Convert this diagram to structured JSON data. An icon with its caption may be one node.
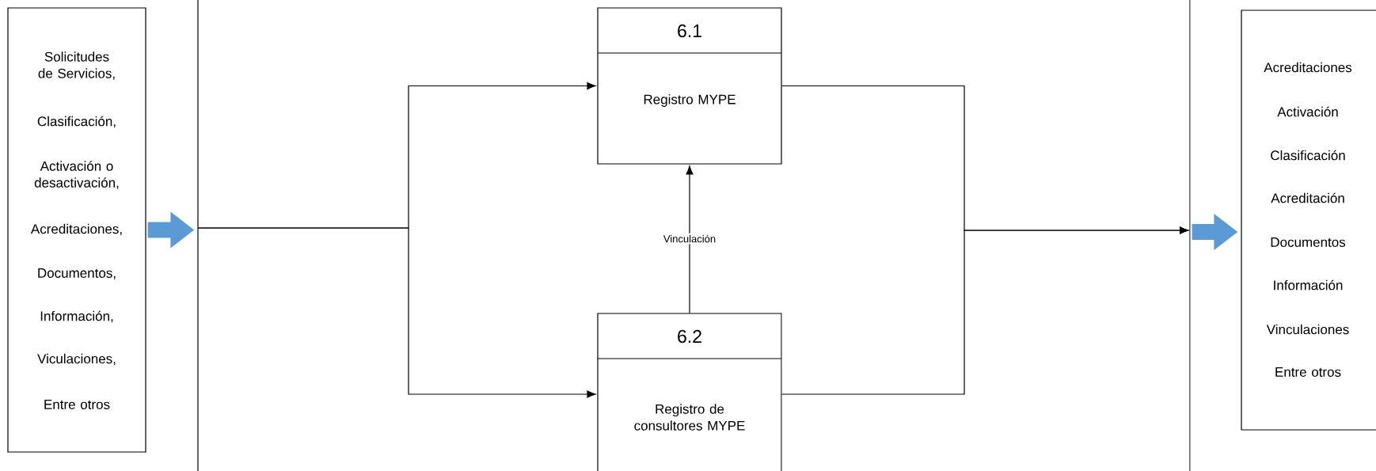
{
  "diagram": {
    "nodes": [
      {
        "text": [
          "Solicitudes de Servicios,",
          "Clasificación,",
          "Activación o desactivación,",
          "Acreditaciones,",
          "Documentos,",
          "Información,",
          "Viculaciones,",
          "Entre otros"
        ]
      },
      {
        "text": [],
        "shape": "box"
      },
      {
        "text": [
          "6.1",
          "Registro MYPE"
        ],
        "in": 1
      },
      {
        "text": [
          "6.2",
          "Registro de consultores MYPE"
        ],
        "in": 1
      },
      {
        "text": [
          "Acreditaciones",
          "Activación",
          "Clasificación",
          "Acreditación",
          "Documentos",
          "Información",
          "Vinculaciones",
          "Entre otros"
        ]
      }
    ],
    "edges": [
      {
        "from": 0,
        "to": 1,
        "arrow": "to",
        "style": "thick",
        "color": "#5b9bd5"
      },
      {
        "from": null,
        "to": 2,
        "arrow": "to"
      },
      {
        "from": null,
        "to": 3,
        "arrow": "to"
      },
      {
        "from": 3,
        "to": 2,
        "arrow": "to",
        "label": "Vinculación"
      },
      {
        "from": 2,
        "to": null,
        "arrow": "to"
      },
      {
        "from": 3,
        "to": null,
        "arrow": "to"
      },
      {
        "from": 1,
        "to": 4,
        "arrow": "to",
        "style": "thick",
        "color": "#5b9bd5"
      }
    ]
  }
}
